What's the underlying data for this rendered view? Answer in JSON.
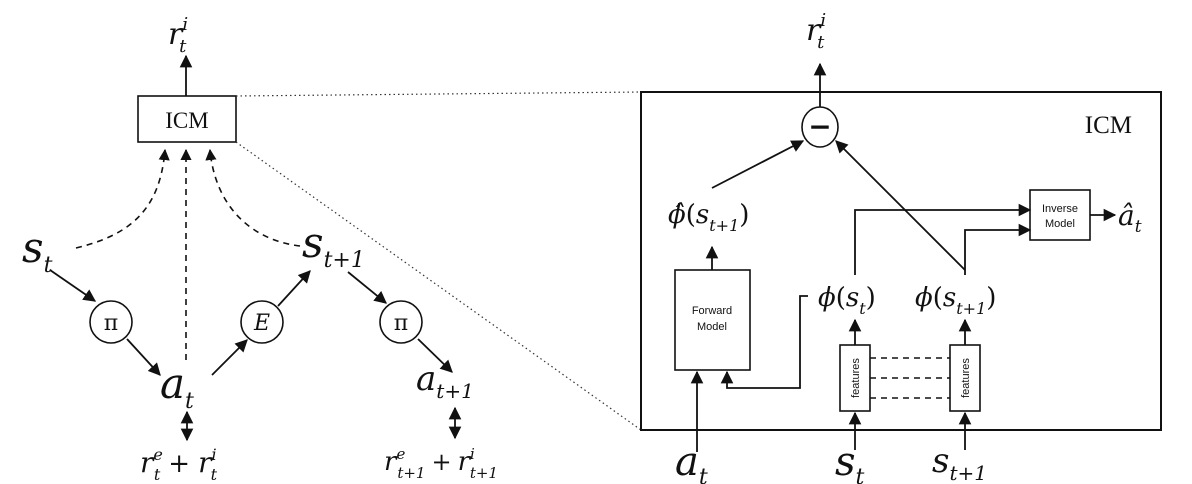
{
  "left": {
    "icm_box": "ICM",
    "reward_top": {
      "base": "r",
      "sub": "t",
      "sup": "i"
    },
    "s_t": {
      "base": "s",
      "sub": "t"
    },
    "s_t1": {
      "base": "s",
      "sub": "t+1"
    },
    "a_t": {
      "base": "a",
      "sub": "t"
    },
    "a_t1": {
      "base": "a",
      "sub": "t+1"
    },
    "policy_1": "π",
    "policy_2": "π",
    "env": "E",
    "reward_t": {
      "ext": {
        "base": "r",
        "sub": "t",
        "sup": "e"
      },
      "plus": "+",
      "int": {
        "base": "r",
        "sub": "t",
        "sup": "i"
      }
    },
    "reward_t1": {
      "ext": {
        "base": "r",
        "sub": "t+1",
        "sup": "e"
      },
      "plus": "+",
      "int": {
        "base": "r",
        "sub": "t+1",
        "sup": "i"
      }
    }
  },
  "right": {
    "frame_title": "ICM",
    "reward_top": {
      "base": "r",
      "sub": "t",
      "sup": "i"
    },
    "minus": "−",
    "phi_hat": {
      "base": "ϕ̂",
      "open": "(",
      "arg": "s",
      "sub": "t+1",
      "close": ")"
    },
    "phi_st": {
      "base": "ϕ",
      "open": "(",
      "arg": "s",
      "sub": "t",
      "close": ")"
    },
    "phi_st1": {
      "base": "ϕ",
      "open": "(",
      "arg": "s",
      "sub": "t+1",
      "close": ")"
    },
    "forward_model": {
      "line1": "Forward",
      "line2": "Model"
    },
    "inverse_model": {
      "line1": "Inverse",
      "line2": "Model"
    },
    "features_1": "features",
    "features_2": "features",
    "a_hat": {
      "base": "â",
      "sub": "t"
    },
    "input_a": {
      "base": "a",
      "sub": "t"
    },
    "input_s": {
      "base": "s",
      "sub": "t"
    },
    "input_s1": {
      "base": "s",
      "sub": "t+1"
    }
  }
}
